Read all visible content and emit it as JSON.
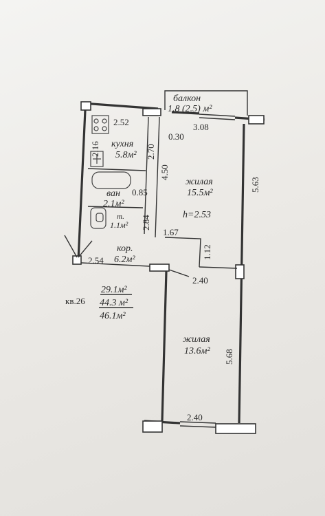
{
  "plan": {
    "apartment": "кв.26",
    "areas": [
      "29.1м²",
      "44.3 м²",
      "46.1м²"
    ],
    "ceiling": "h=2.53",
    "rooms": {
      "balcony": {
        "name": "балкон",
        "area": "1.8 (2.5) м²"
      },
      "kitchen": {
        "name": "кухня",
        "area": "5.8м²"
      },
      "bath": {
        "name": "ван",
        "area": "2.1м²"
      },
      "toilet": {
        "name": "т.",
        "area": "1.1м²"
      },
      "corridor": {
        "name": "кор.",
        "area": "6.2м²"
      },
      "living1": {
        "name": "жилая",
        "area": "15.5м²"
      },
      "living2": {
        "name": "жилая",
        "area": "13.6м²"
      }
    },
    "dimensions": {
      "kitchen_w": "2.52",
      "kitchen_h": "2.16",
      "kitchen_side": "2.70",
      "balcony_w": "3.08",
      "small": "0.30",
      "wall_450": "4.50",
      "bath_w": "0.85",
      "living1_h": "5.63",
      "wc_h": "2.84",
      "corr_w": "1.67",
      "corr_h": "1.12",
      "corr_len": "2.54",
      "corr_door": "2.40",
      "living2_h": "5.68",
      "living2_w": "2.40"
    }
  }
}
